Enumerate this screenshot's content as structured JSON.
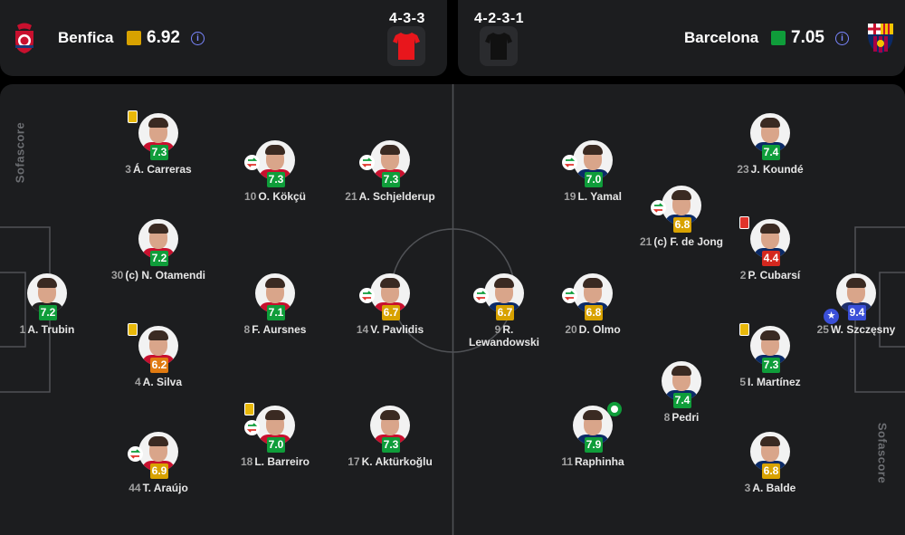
{
  "home": {
    "name": "Benfica",
    "rating": "6.92",
    "formation": "4-3-3",
    "square_color": "#d8a200",
    "kit_color": "#e8161c",
    "crest_icon": "benfica-crest-icon"
  },
  "away": {
    "name": "Barcelona",
    "rating": "7.05",
    "formation": "4-2-3-1",
    "square_color": "#0f9d3a",
    "kit_color": "#111111",
    "crest_icon": "barcelona-crest-icon"
  },
  "watermark": "Sofascore",
  "players": [
    {
      "num": "3",
      "name": "Á. Carreras",
      "rating": "7.3",
      "color": "green",
      "team": "home",
      "yellow": true
    },
    {
      "num": "10",
      "name": "O. Kökçü",
      "rating": "7.3",
      "color": "green",
      "team": "home",
      "sub": true
    },
    {
      "num": "21",
      "name": "A. Schjelderup",
      "rating": "7.3",
      "color": "green",
      "team": "home",
      "sub": true
    },
    {
      "num": "30",
      "name": "(c) N. Otamendi",
      "rating": "7.2",
      "color": "green",
      "team": "home"
    },
    {
      "num": "1",
      "name": "A. Trubin",
      "rating": "7.2",
      "color": "green",
      "team": "home"
    },
    {
      "num": "8",
      "name": "F. Aursnes",
      "rating": "7.1",
      "color": "green",
      "team": "home"
    },
    {
      "num": "14",
      "name": "V. Pavlidis",
      "rating": "6.7",
      "color": "yellow",
      "team": "home",
      "sub": true
    },
    {
      "num": "4",
      "name": "A. Silva",
      "rating": "6.2",
      "color": "orange",
      "team": "home",
      "yellow": true
    },
    {
      "num": "18",
      "name": "L. Barreiro",
      "rating": "7.0",
      "color": "green",
      "team": "home",
      "sub": true,
      "yellow": true
    },
    {
      "num": "17",
      "name": "K. Aktürkoğlu",
      "rating": "7.3",
      "color": "green",
      "team": "home"
    },
    {
      "num": "44",
      "name": "T. Araújo",
      "rating": "6.9",
      "color": "yellow",
      "team": "home",
      "sub": true
    },
    {
      "num": "23",
      "name": "J. Koundé",
      "rating": "7.4",
      "color": "green",
      "team": "away"
    },
    {
      "num": "19",
      "name": "L. Yamal",
      "rating": "7.0",
      "color": "green",
      "team": "away",
      "sub": true
    },
    {
      "num": "21",
      "name": "(c) F. de Jong",
      "rating": "6.8",
      "color": "yellow",
      "team": "away",
      "sub": true
    },
    {
      "num": "2",
      "name": "P. Cubarsí",
      "rating": "4.4",
      "color": "red",
      "team": "away",
      "red": true
    },
    {
      "num": "9",
      "name": "R. Lewandowski",
      "rating": "6.7",
      "color": "yellow",
      "team": "away",
      "sub": true
    },
    {
      "num": "20",
      "name": "D. Olmo",
      "rating": "6.8",
      "color": "yellow",
      "team": "away",
      "sub": true
    },
    {
      "num": "25",
      "name": "W. Szczęsny",
      "rating": "9.4",
      "color": "blue",
      "team": "away",
      "star": true
    },
    {
      "num": "5",
      "name": "I. Martínez",
      "rating": "7.3",
      "color": "green",
      "team": "away",
      "yellow": true
    },
    {
      "num": "8",
      "name": "Pedri",
      "rating": "7.4",
      "color": "green",
      "team": "away"
    },
    {
      "num": "11",
      "name": "Raphinha",
      "rating": "7.9",
      "color": "green",
      "team": "away",
      "goal": true
    },
    {
      "num": "3",
      "name": "A. Balde",
      "rating": "6.8",
      "color": "yellow",
      "team": "away"
    }
  ]
}
